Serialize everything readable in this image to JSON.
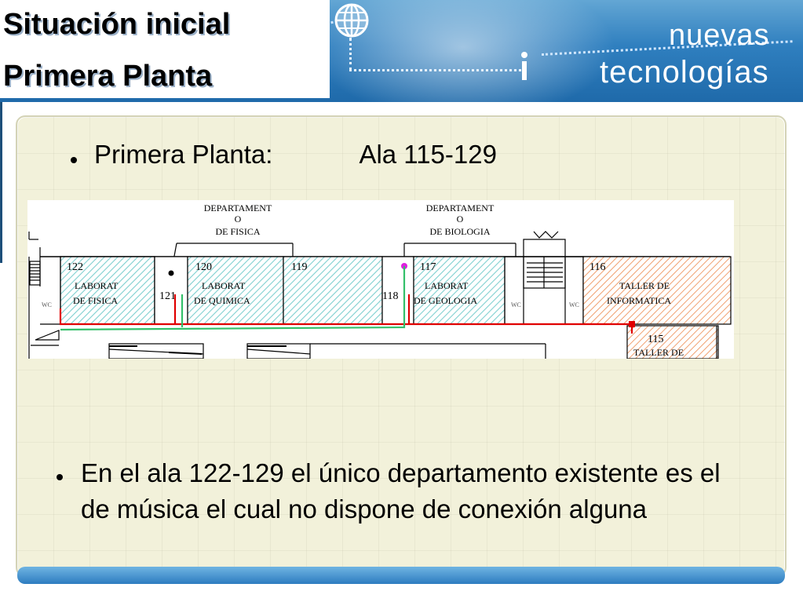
{
  "slide": {
    "title_line1": "Situación inicial",
    "title_line2": "Primera Planta",
    "brand_line1": "nuevas",
    "brand_line2": "tecnologías"
  },
  "bullets": {
    "first_label": "Primera Planta:",
    "first_value": "Ala 115-129",
    "second": "En el ala 122-129 el único departamento existente es el de música el cual no dispone de conexión alguna"
  },
  "floorplan": {
    "dept_fisica": [
      "DEPARTAMENT",
      "O",
      "DE FISICA"
    ],
    "dept_biologia": [
      "DEPARTAMENT",
      "O",
      "DE BIOLOGIA"
    ],
    "rooms": [
      {
        "num": "122",
        "lines": [
          "LABORAT",
          "DE FISICA"
        ]
      },
      {
        "num": "121",
        "lines": []
      },
      {
        "num": "120",
        "lines": [
          "LABORAT",
          "DE QUIMICA"
        ]
      },
      {
        "num": "119",
        "lines": []
      },
      {
        "num": "118",
        "lines": []
      },
      {
        "num": "117",
        "lines": [
          "LABORAT",
          "DE GEOLOGIA"
        ]
      },
      {
        "num": "116",
        "lines": [
          "TALLER DE",
          "INFORMATICA"
        ]
      },
      {
        "num": "115",
        "lines": [
          "TALLER DE"
        ]
      }
    ],
    "wc": "WC"
  },
  "colors": {
    "header_blue": "#2f7fbf",
    "panel_bg": "#f2f1da",
    "cable_red": "#e00000",
    "cable_green": "#33c06a",
    "hatch_cyan": "#7fd0d0",
    "hatch_orange": "#f0a070"
  },
  "icons": [
    "globe-icon",
    "info-i-icon"
  ]
}
